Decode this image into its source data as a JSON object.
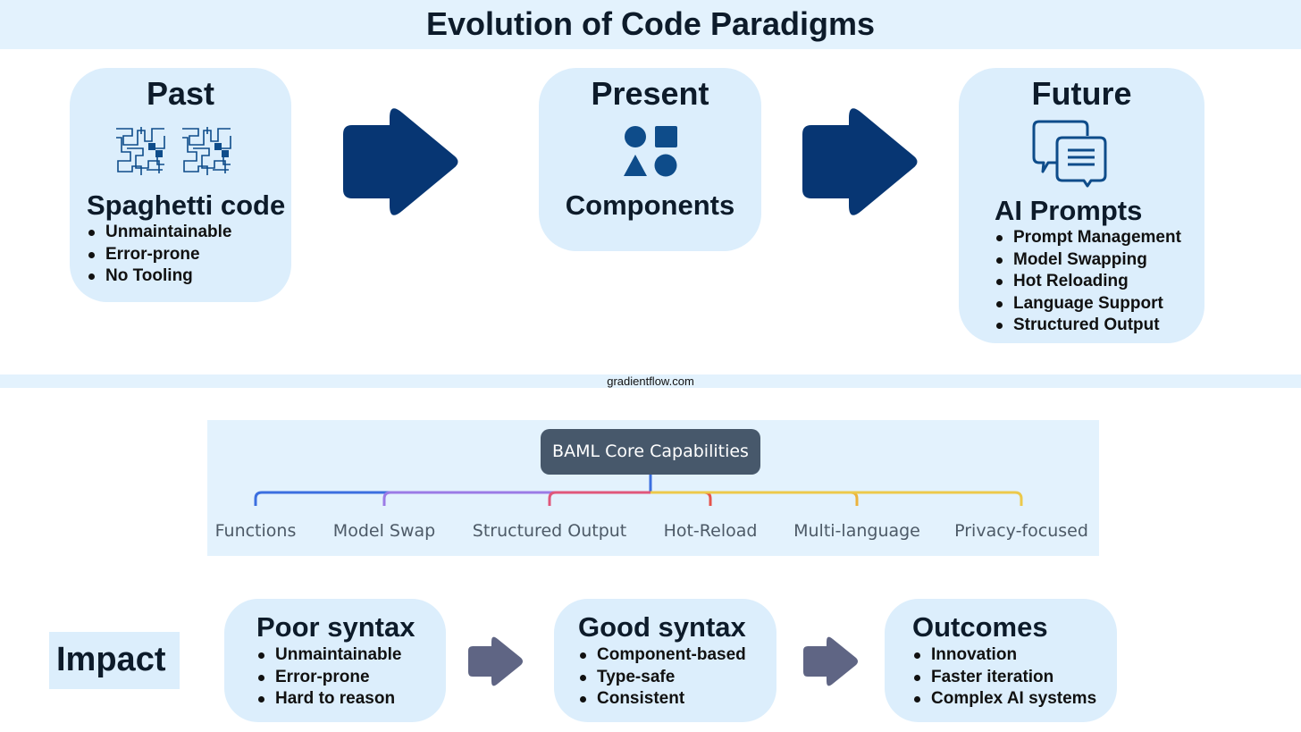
{
  "title": "Evolution of Code Paradigms",
  "stages": [
    {
      "heading": "Past",
      "icon": "maze-icon",
      "subhead": "Spaghetti code",
      "bullets": [
        "Unmaintainable",
        "Error-prone",
        "No Tooling"
      ]
    },
    {
      "heading": "Present",
      "icon": "shapes-icon",
      "subhead": "Components",
      "bullets": []
    },
    {
      "heading": "Future",
      "icon": "chat-bubbles-icon",
      "subhead": "AI Prompts",
      "bullets": [
        "Prompt Management",
        "Model Swapping",
        "Hot Reloading",
        "Language Support",
        "Structured Output"
      ]
    }
  ],
  "credit": "gradientflow.com",
  "baml": {
    "root": "BAML Core Capabilities",
    "branches": [
      {
        "label": "Functions",
        "color": "#3b6fe0"
      },
      {
        "label": "Model Swap",
        "color": "#9b7be6"
      },
      {
        "label": "Structured Output",
        "color": "#e0577b"
      },
      {
        "label": "Hot-Reload",
        "color": "#e5534b"
      },
      {
        "label": "Multi-language",
        "color": "#ebb33d"
      },
      {
        "label": "Privacy-focused",
        "color": "#ecc94b"
      }
    ]
  },
  "impact": {
    "label": "Impact",
    "cards": [
      {
        "heading": "Poor syntax",
        "bullets": [
          "Unmaintainable",
          "Error-prone",
          "Hard to reason"
        ]
      },
      {
        "heading": "Good syntax",
        "bullets": [
          "Component-based",
          "Type-safe",
          "Consistent"
        ]
      },
      {
        "heading": "Outcomes",
        "bullets": [
          "Innovation",
          "Faster iteration",
          "Complex AI systems"
        ]
      }
    ]
  },
  "colors": {
    "card_bg": "#dceefc",
    "band_bg": "#e3f2fd",
    "arrow_navy": "#073673",
    "arrow_slate": "#5f6584",
    "icon_blue": "#0e4c8a",
    "root_node": "#47586b"
  }
}
